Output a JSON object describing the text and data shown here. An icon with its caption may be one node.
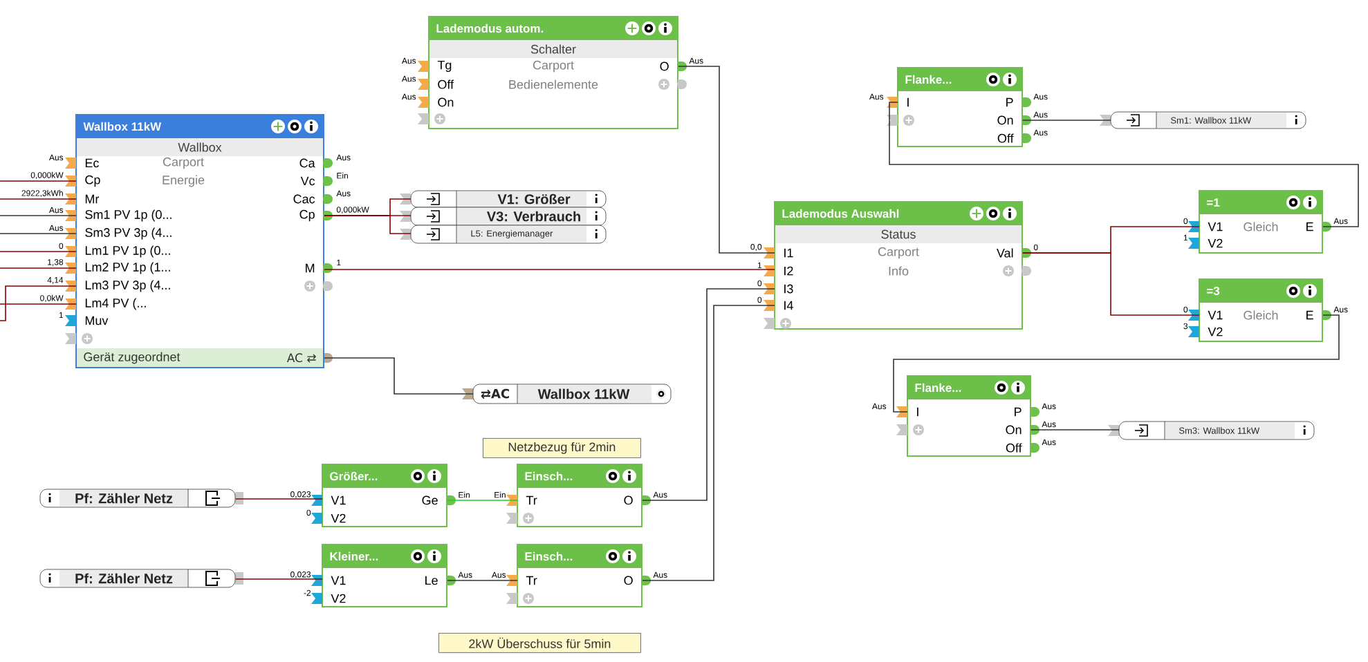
{
  "diagram": {
    "nodes": [
      {
        "text": [
          "Lademodus autom.",
          "Schalter",
          "Tg",
          "Off",
          "On",
          "Carport",
          "Bedienelemente",
          "O"
        ],
        "beside": [
          "Aus",
          "Aus",
          "Aus",
          "Aus"
        ]
      },
      {
        "text": [
          "Wallbox 11kW",
          "Wallbox",
          "Ec",
          "Cp",
          "Mr",
          "Sm1 PV 1p (0...",
          "Sm3 PV 3p (4...",
          "Lm1 PV 1p (0...",
          "Lm2 PV 1p (1...",
          "Lm3 PV 3p (4...",
          "Lm4 PV (...",
          "Muv",
          "Carport",
          "Energie",
          "Ca",
          "Vc",
          "Cac",
          "Cp",
          "M",
          "Gerät zugeordnet",
          "AC ⇄"
        ],
        "beside": [
          "Aus",
          "0,000kW",
          "2922,3kWh",
          "Aus",
          "Aus",
          "0",
          "1,38",
          "4,14",
          "0,0kW",
          "1",
          "Aus",
          "Ein",
          "Aus",
          "0,000kW",
          "1"
        ]
      },
      {
        "text": [
          "V1: Größer"
        ]
      },
      {
        "text": [
          "V3: Verbrauch"
        ]
      },
      {
        "text": [
          "L5: Energiemanager"
        ]
      },
      {
        "text": [
          "Flanke...",
          "I",
          "P",
          "On",
          "Off"
        ],
        "beside": [
          "Aus",
          "Aus",
          "Aus",
          "Aus"
        ]
      },
      {
        "text": [
          "Sm1: Wallbox 11kW"
        ]
      },
      {
        "text": [
          "Lademodus Auswahl",
          "Status",
          "I1",
          "I2",
          "I3",
          "I4",
          "Carport",
          "Info",
          "Val"
        ],
        "beside": [
          "0,0",
          "1",
          "0",
          "0",
          "0"
        ]
      },
      {
        "text": [
          "=1",
          "V1",
          "V2",
          "Gleich",
          "E"
        ],
        "beside": [
          "0",
          "1",
          "Aus"
        ]
      },
      {
        "text": [
          "=3",
          "V1",
          "V2",
          "Gleich",
          "E"
        ],
        "beside": [
          "0",
          "3",
          "Aus"
        ]
      },
      {
        "text": [
          "⇄AC",
          "Wallbox 11kW"
        ]
      },
      {
        "text": [
          "Flanke...",
          "I",
          "P",
          "On",
          "Off"
        ],
        "beside": [
          "Aus",
          "Aus",
          "Aus",
          "Aus"
        ]
      },
      {
        "text": [
          "Sm3: Wallbox 11kW"
        ]
      },
      {
        "text": [
          "Netzbezug für 2min"
        ]
      },
      {
        "text": [
          "Pf: Zähler Netz"
        ]
      },
      {
        "text": [
          "Größer...",
          "V1",
          "V2",
          "Ge"
        ],
        "beside": [
          "0,023",
          "0",
          "Ein"
        ]
      },
      {
        "text": [
          "Einsch...",
          "Tr",
          "O"
        ],
        "beside": [
          "Ein",
          "Aus"
        ]
      },
      {
        "text": [
          "Pf: Zähler Netz"
        ]
      },
      {
        "text": [
          "Kleiner...",
          "V1",
          "V2",
          "Le"
        ],
        "beside": [
          "0,023",
          "-2",
          "Aus"
        ]
      },
      {
        "text": [
          "Einsch...",
          "Tr",
          "O"
        ],
        "beside": [
          "Aus",
          "Aus"
        ]
      },
      {
        "text": [
          "2kW Überschuss für 5min"
        ]
      }
    ],
    "edges": [
      {
        "from": 0,
        "to": 7,
        "arrow": "none",
        "color": "#333333"
      },
      {
        "from": 1,
        "to": 2,
        "arrow": "none"
      },
      {
        "from": 1,
        "to": 3,
        "arrow": "none"
      },
      {
        "from": 1,
        "to": 4,
        "arrow": "none"
      },
      {
        "from": 1,
        "to": 7,
        "arrow": "none"
      },
      {
        "from": 1,
        "to": 10,
        "arrow": "none",
        "color": "#333333"
      },
      {
        "from": 7,
        "to": 8,
        "arrow": "none"
      },
      {
        "from": 7,
        "to": 9,
        "arrow": "none"
      },
      {
        "from": 8,
        "to": 5,
        "arrow": "none",
        "color": "#333333"
      },
      {
        "from": 5,
        "to": 6,
        "arrow": "none",
        "color": "#333333"
      },
      {
        "from": 9,
        "to": 11,
        "arrow": "none",
        "color": "#333333"
      },
      {
        "from": 11,
        "to": 12,
        "arrow": "none",
        "color": "#333333"
      },
      {
        "from": 14,
        "to": 15,
        "arrow": "none"
      },
      {
        "from": 15,
        "to": 16,
        "arrow": "none",
        "color": "#22cc22"
      },
      {
        "from": 16,
        "to": 7,
        "arrow": "none",
        "color": "#333333"
      },
      {
        "from": 17,
        "to": 18,
        "arrow": "none"
      },
      {
        "from": 18,
        "to": 19,
        "arrow": "none",
        "color": "#333333"
      },
      {
        "from": 19,
        "to": 7,
        "arrow": "none",
        "color": "#333333"
      },
      {
        "from": null,
        "to": 1,
        "arrow": "none"
      },
      {
        "from": null,
        "to": 1,
        "arrow": "none"
      },
      {
        "from": null,
        "to": 1,
        "arrow": "none",
        "color": "#333333"
      },
      {
        "from": null,
        "to": 1,
        "arrow": "none",
        "color": "#333333"
      },
      {
        "from": null,
        "to": 1,
        "arrow": "none"
      },
      {
        "from": null,
        "to": 1,
        "arrow": "none"
      },
      {
        "from": null,
        "to": 1,
        "arrow": "none"
      },
      {
        "from": null,
        "to": 1,
        "arrow": "none"
      }
    ]
  }
}
